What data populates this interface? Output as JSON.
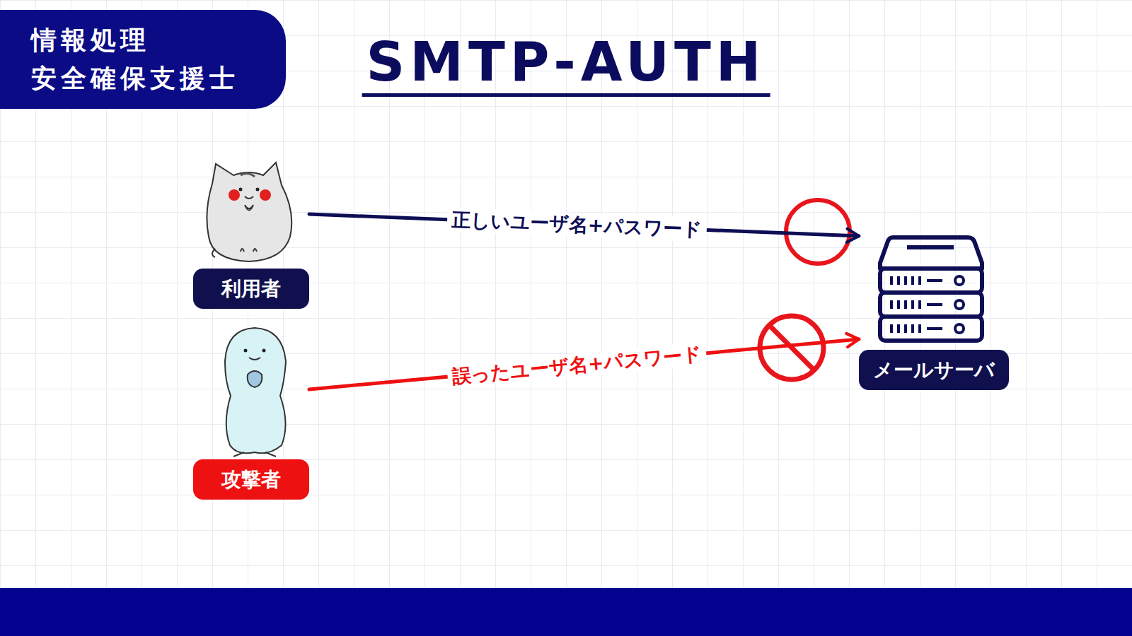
{
  "diagram": {
    "title": "SMTP-AUTH",
    "nodes": [
      {
        "text": [
          "情報処理 安全確保支援士"
        ]
      },
      {
        "text": [
          "利用者"
        ]
      },
      {
        "text": [
          "攻撃者"
        ]
      },
      {
        "text": [
          "メールサーバ"
        ]
      }
    ],
    "edges": [
      {
        "from": 1,
        "to": 3,
        "label": "正しいユーザ名+パスワード",
        "arrow": "to"
      },
      {
        "from": 2,
        "to": 3,
        "label": "誤ったユーザ名+パスワード",
        "arrow": "to"
      }
    ]
  }
}
